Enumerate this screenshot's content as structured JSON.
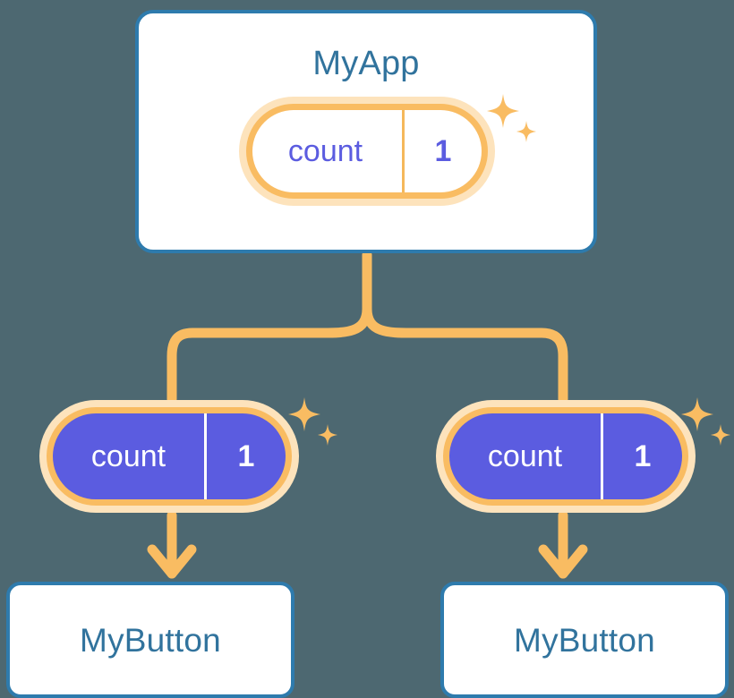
{
  "theme": {
    "background": "#4d6871",
    "card_fill": "#ffffff",
    "card_border": "#2e7bad",
    "title_text": "#31739d",
    "pill_ring": "#f9bc62",
    "pill_halo": "#fde3bc",
    "pill_filled_fill": "#5b5ce0",
    "pill_light_text": "#5b5ce0",
    "pill_filled_text": "#ffffff",
    "connector": "#f9bc62",
    "sparkle": "#f9bc62"
  },
  "diagram": {
    "root": {
      "title": "MyApp",
      "state": {
        "key": "count",
        "value": "1"
      }
    },
    "children": [
      {
        "state": {
          "key": "count",
          "value": "1"
        },
        "title": "MyButton"
      },
      {
        "state": {
          "key": "count",
          "value": "1"
        },
        "title": "MyButton"
      }
    ]
  }
}
